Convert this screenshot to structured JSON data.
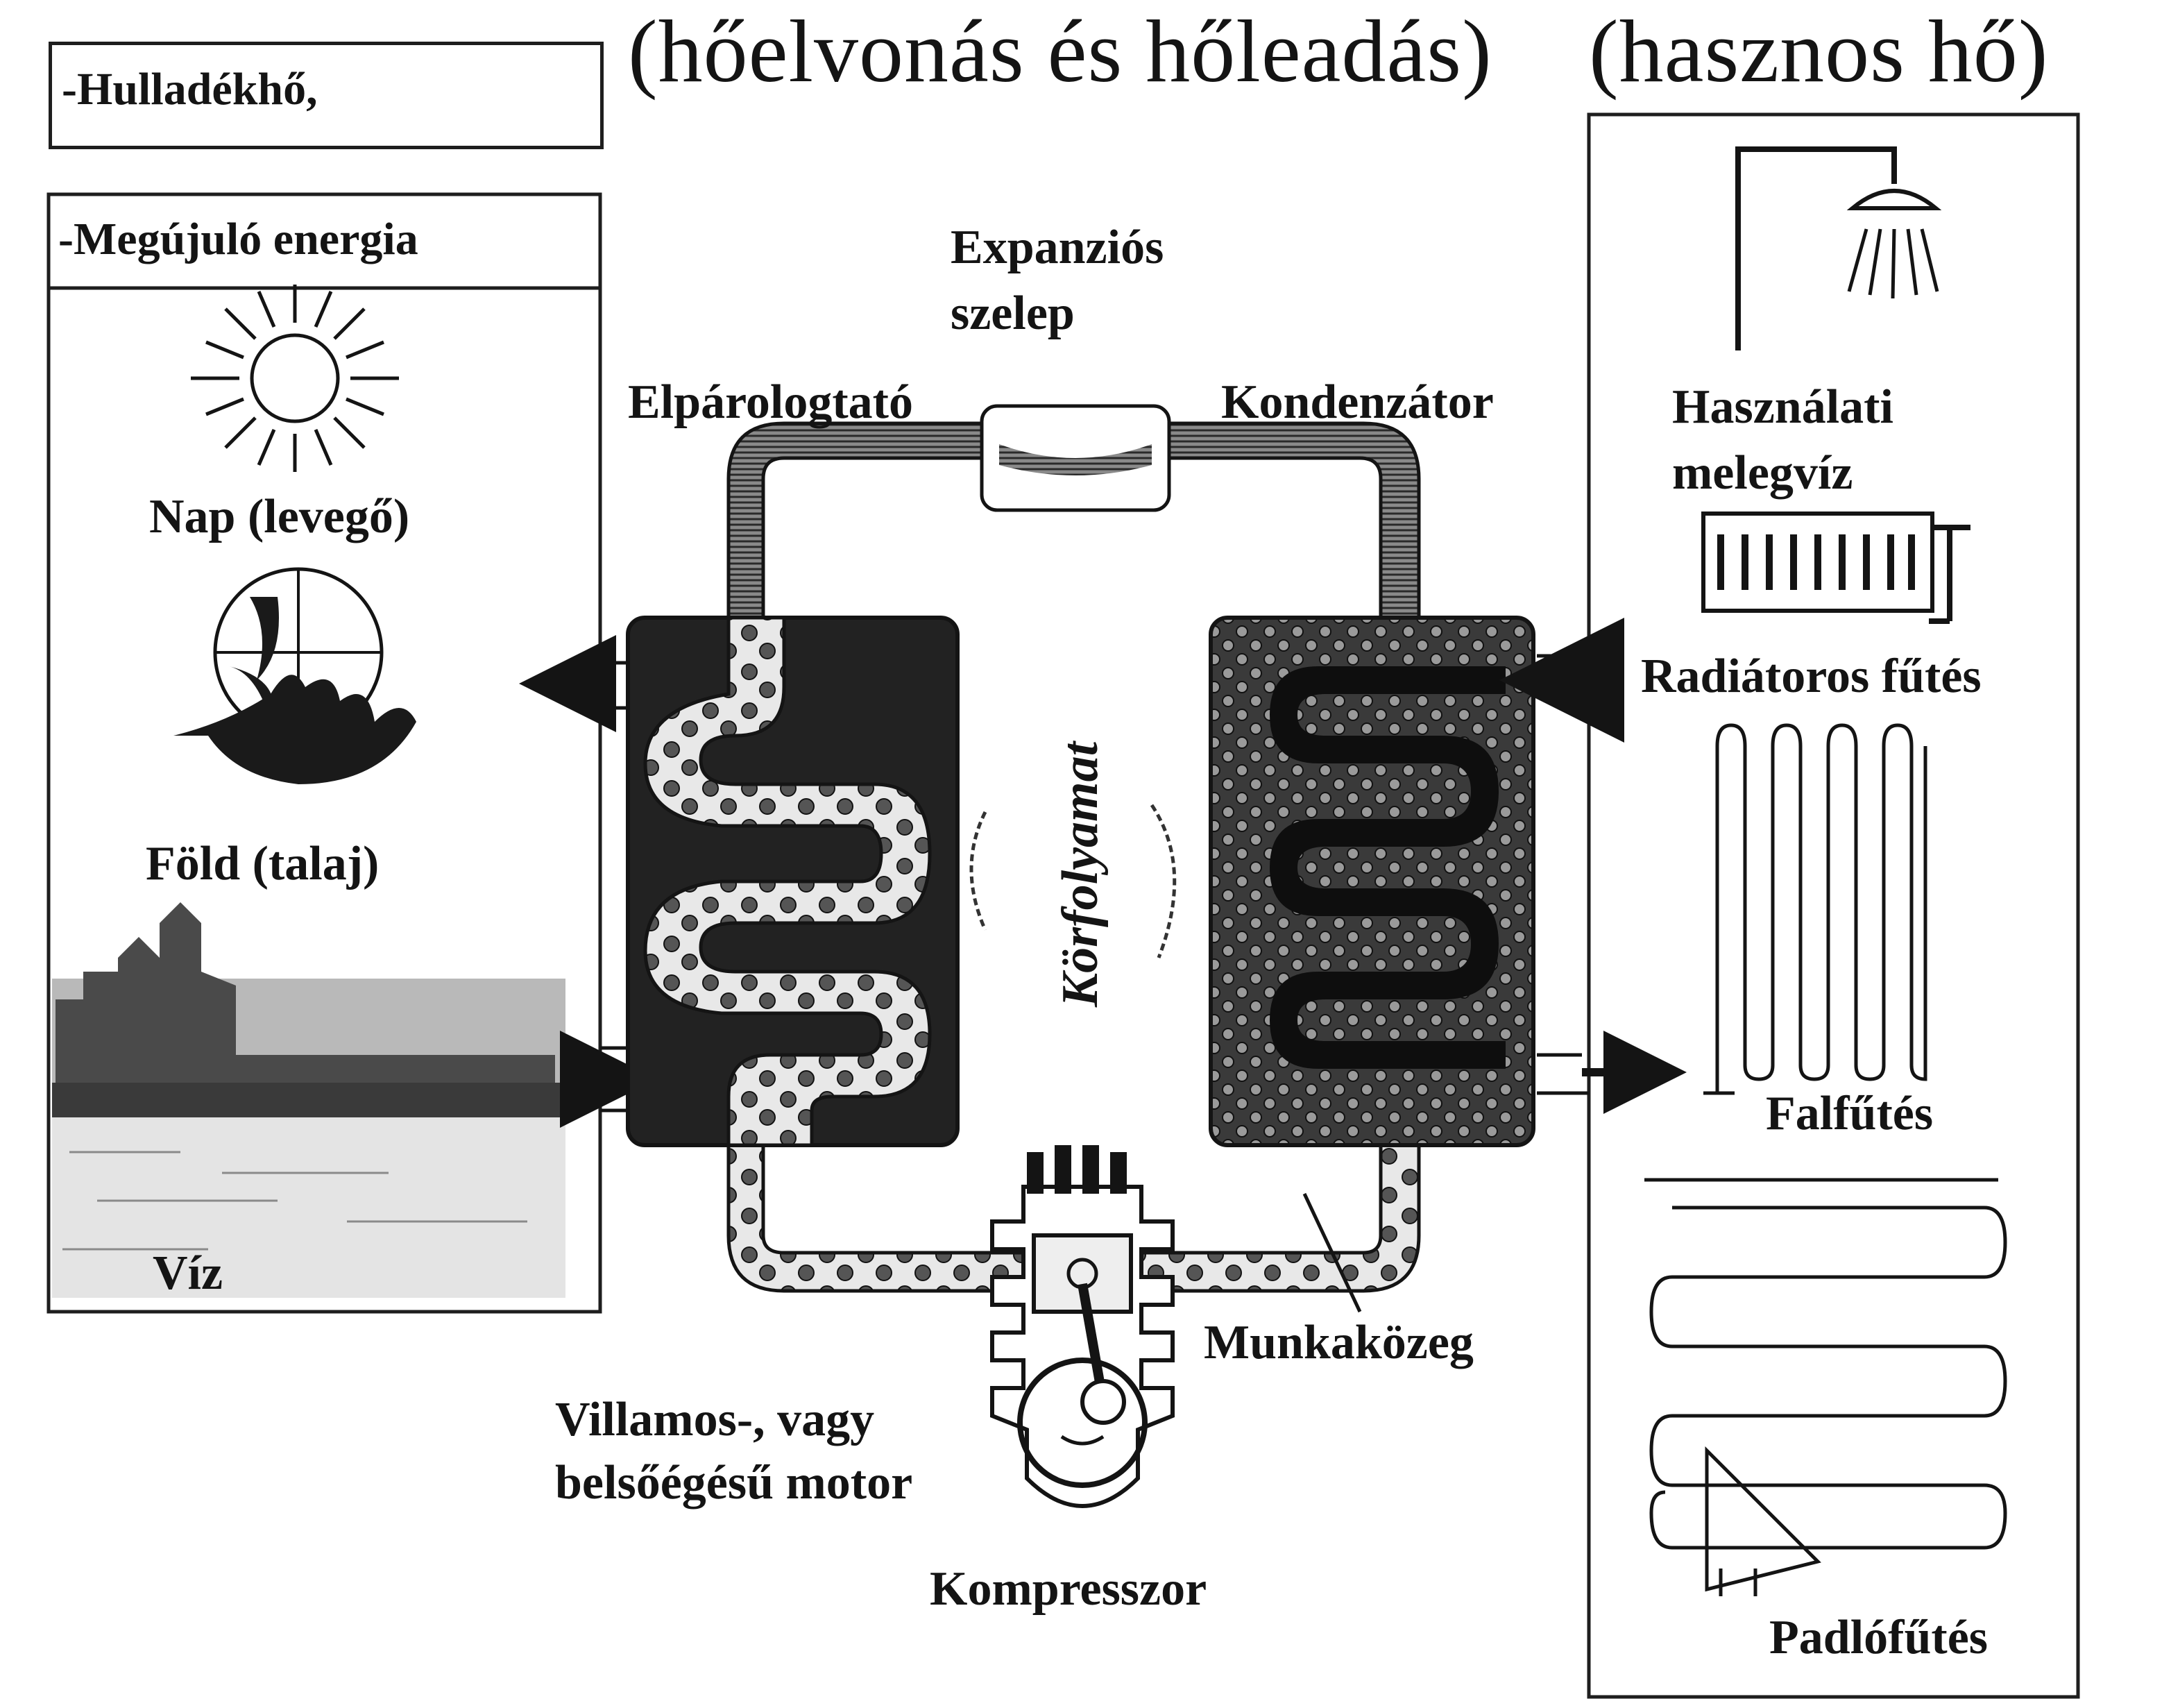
{
  "title_left": "(hőelvonás és hőleadás)",
  "title_right": "(hasznos hő)",
  "sources": {
    "waste_heat": "-Hulladékhő,",
    "renewable": "-Megújuló energia",
    "sun": "Nap (levegő)",
    "earth": "Föld (talaj)",
    "water": "Víz"
  },
  "cycle": {
    "expansion_valve": "Expanziós\nszelep",
    "evaporator": "Elpárologtató",
    "condenser": "Kondenzátor",
    "circuit": "Körfolyamat",
    "working_fluid": "Munkaközeg",
    "motor": "Villamos-, vagy\nbelsőégésű motor",
    "compressor": "Kompresszor"
  },
  "uses": {
    "hot_water": "Használati\nmelegvíz",
    "radiator": "Radiátoros fűtés",
    "wall": "Falfűtés",
    "floor": "Padlófűtés"
  },
  "colors": {
    "ink": "#141414",
    "dark_fill": "#2a2a2a",
    "mid_fill": "#6a6a6a",
    "paper": "#ffffff"
  }
}
